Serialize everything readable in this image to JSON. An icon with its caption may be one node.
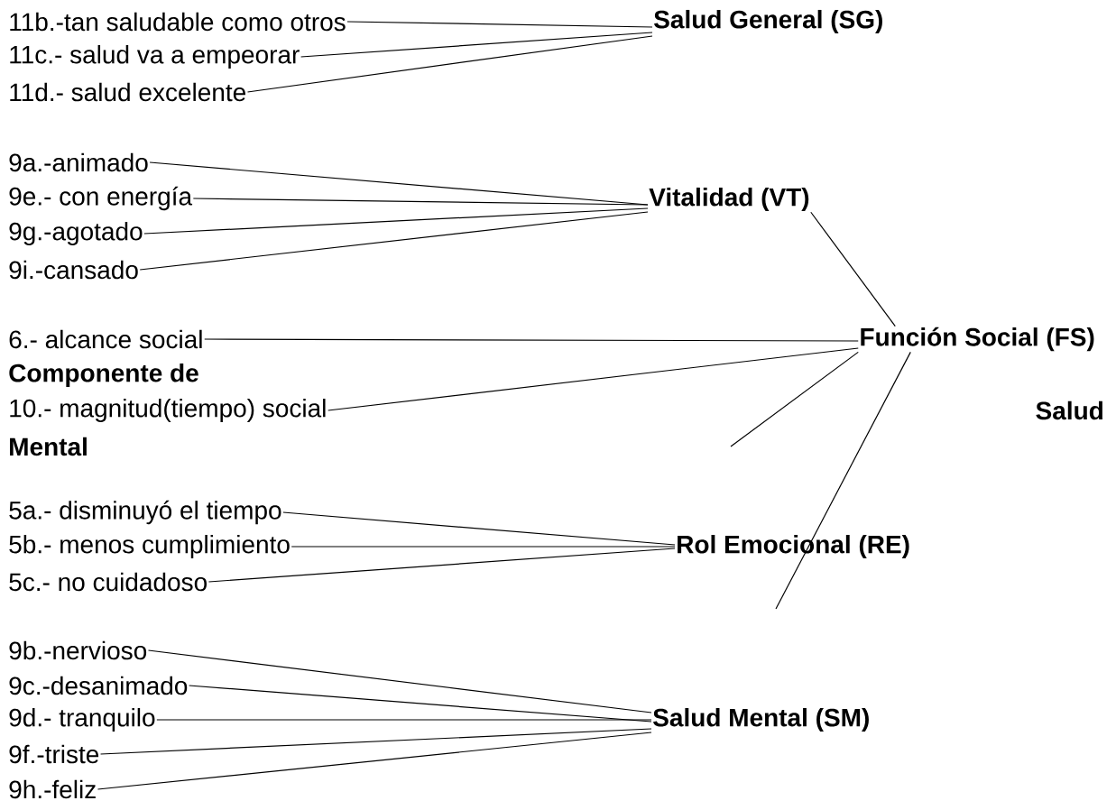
{
  "diagram": {
    "nodes": [
      {
        "text": [
          "Salud General (SG)"
        ]
      },
      {
        "text": [
          "11b.-tan saludable como otros"
        ]
      },
      {
        "text": [
          "11c.- salud va a empeorar"
        ]
      },
      {
        "text": [
          "11d.- salud excelente"
        ]
      },
      {
        "text": [
          "Vitalidad (VT)"
        ]
      },
      {
        "text": [
          "9a.-animado"
        ]
      },
      {
        "text": [
          "9e.- con energía"
        ]
      },
      {
        "text": [
          "9g.-agotado"
        ]
      },
      {
        "text": [
          "9i.-cansado"
        ]
      },
      {
        "text": [
          "Función Social (FS)"
        ]
      },
      {
        "text": [
          "6.- alcance social"
        ]
      },
      {
        "text": [
          "10.- magnitud(tiempo) social"
        ]
      },
      {
        "text": [
          "Rol Emocional (RE)"
        ]
      },
      {
        "text": [
          "5a.- disminuyó el tiempo"
        ]
      },
      {
        "text": [
          "5b.- menos cumplimiento"
        ]
      },
      {
        "text": [
          "5c.- no cuidadoso"
        ]
      },
      {
        "text": [
          "Salud Mental (SM)"
        ]
      },
      {
        "text": [
          "9b.-nervioso"
        ]
      },
      {
        "text": [
          "9c.-desanimado"
        ]
      },
      {
        "text": [
          "9d.- tranquilo"
        ]
      },
      {
        "text": [
          "9f.-triste"
        ]
      },
      {
        "text": [
          "9h.-feliz"
        ]
      }
    ],
    "edges": [
      {
        "from": 1,
        "to": 0,
        "arrow": "none"
      },
      {
        "from": 2,
        "to": 0,
        "arrow": "none"
      },
      {
        "from": 3,
        "to": 0,
        "arrow": "none"
      },
      {
        "from": 5,
        "to": 4,
        "arrow": "none"
      },
      {
        "from": 6,
        "to": 4,
        "arrow": "none"
      },
      {
        "from": 7,
        "to": 4,
        "arrow": "none"
      },
      {
        "from": 8,
        "to": 4,
        "arrow": "none"
      },
      {
        "from": 4,
        "to": 9,
        "arrow": "none"
      },
      {
        "from": 10,
        "to": 9,
        "arrow": "none"
      },
      {
        "from": 11,
        "to": 9,
        "arrow": "none"
      },
      {
        "from": 9,
        "to": null,
        "arrow": "none"
      },
      {
        "from": 9,
        "to": null,
        "arrow": "none"
      },
      {
        "from": 13,
        "to": 12,
        "arrow": "none"
      },
      {
        "from": 14,
        "to": 12,
        "arrow": "none"
      },
      {
        "from": 15,
        "to": 12,
        "arrow": "none"
      },
      {
        "from": 17,
        "to": 16,
        "arrow": "none"
      },
      {
        "from": 18,
        "to": 16,
        "arrow": "none"
      },
      {
        "from": 19,
        "to": 16,
        "arrow": "none"
      },
      {
        "from": 20,
        "to": 16,
        "arrow": "none"
      },
      {
        "from": 21,
        "to": 16,
        "arrow": "none"
      }
    ],
    "labels": [
      "Componente de",
      "Salud",
      "Mental"
    ]
  }
}
